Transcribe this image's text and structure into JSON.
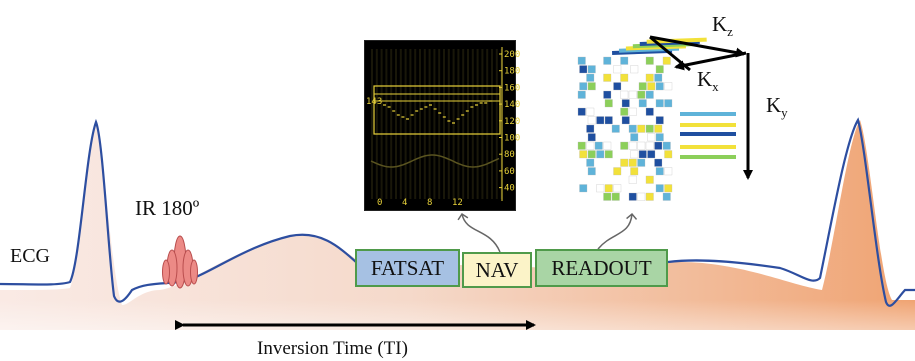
{
  "labels": {
    "ecg": "ECG",
    "ir": "IR 180º",
    "inversion_time": "Inversion Time (TI)"
  },
  "blocks": {
    "fatsat": "FATSAT",
    "nav": "NAV",
    "readout": "READOUT"
  },
  "navigator_plot": {
    "y_ticks": [
      "200",
      "180",
      "160",
      "140",
      "120",
      "100",
      "80",
      "60",
      "40"
    ],
    "x_ticks": [
      "0",
      "4",
      "8",
      "12"
    ],
    "marker": "143",
    "plot_color": "#e8d23a"
  },
  "kspace": {
    "axis_z": "K",
    "axis_z_sub": "z",
    "axis_x": "K",
    "axis_x_sub": "x",
    "axis_y": "K",
    "axis_y_sub": "y",
    "cell_colors": [
      "#1f4fa0",
      "#f2e13a",
      "#5fb3d9",
      "#8ccf5a",
      "#ffffff"
    ]
  },
  "colors": {
    "ecg_line": "#2d4ea0",
    "ir_pulse": "#ec8a86",
    "fatsat_fill": "#a6c1e3",
    "nav_fill": "#fbf3c8",
    "readout_fill": "#a9d5a5",
    "block_border": "#4f9a4a"
  }
}
